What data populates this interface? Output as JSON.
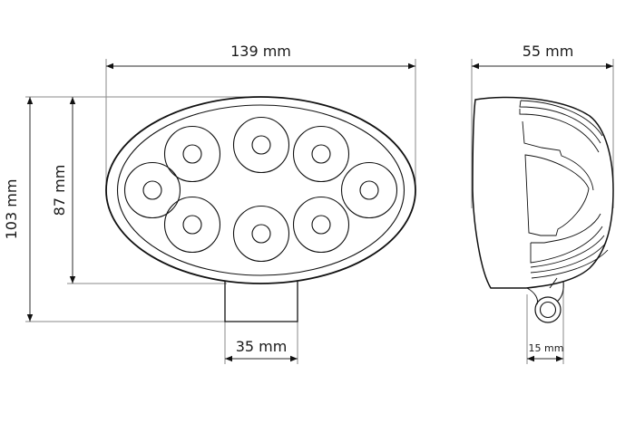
{
  "drawing": {
    "front_view": {
      "width_label": "139 mm",
      "height_total_label": "103 mm",
      "height_body_label": "87 mm",
      "mount_width_label": "35 mm",
      "led_count": 8
    },
    "side_view": {
      "depth_label": "55 mm",
      "bracket_width_label": "15 mm"
    },
    "colors": {
      "line": "#111111",
      "extension_line": "#8a8a8a",
      "background": "#ffffff"
    }
  }
}
